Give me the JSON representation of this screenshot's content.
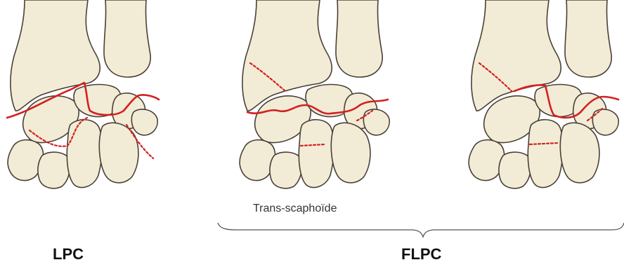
{
  "labels": {
    "left": "LPC",
    "right": "FLPC",
    "sub": "Trans-scaphoïde"
  },
  "colors": {
    "bone_fill": "#f2ecd6",
    "outline": "#4a4038",
    "fracture": "#d42020"
  }
}
